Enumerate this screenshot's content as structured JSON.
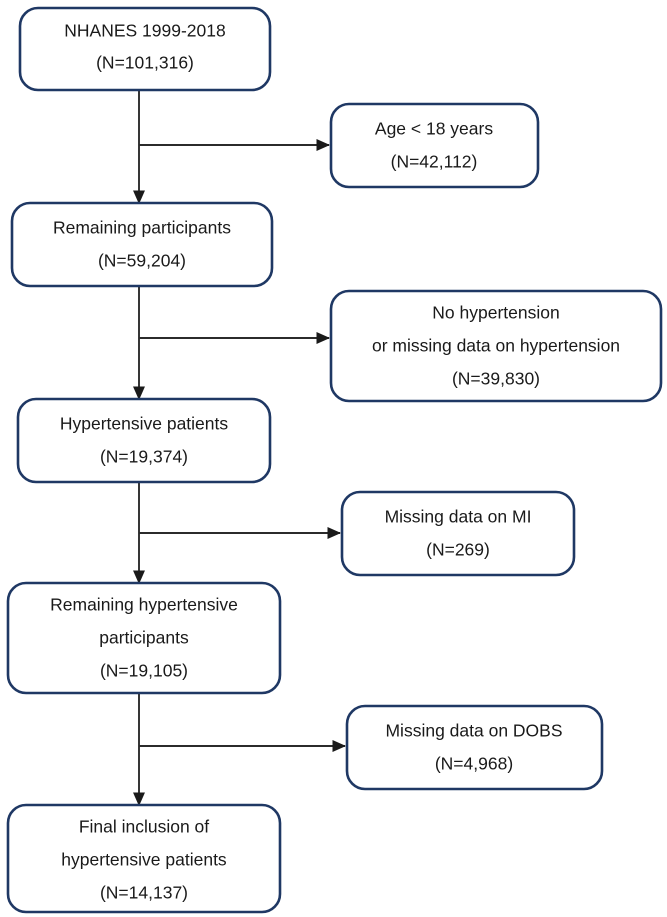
{
  "diagram": {
    "title": "NHANES study participant selection flow diagram",
    "type": "flowchart",
    "colors": {
      "box_border": "#1f3864",
      "box_fill": "#ffffff",
      "text": "#1a1a1a",
      "arrow": "#2b2b2b",
      "background": "#ffffff"
    },
    "main_nodes": [
      {
        "id": "source",
        "lines": [
          "NHANES 1999-2018",
          "(N=101,316)"
        ],
        "line1": "NHANES 1999-2018",
        "line2": "(N=101,316)",
        "line3": "",
        "n": 101316
      },
      {
        "id": "remaining-participants",
        "lines": [
          "Remaining participants",
          "(N=59,204)"
        ],
        "line1": "Remaining participants",
        "line2": "(N=59,204)",
        "line3": "",
        "n": 59204
      },
      {
        "id": "hypertensive-patients",
        "lines": [
          "Hypertensive patients",
          "(N=19,374)"
        ],
        "line1": "Hypertensive patients",
        "line2": "(N=19,374)",
        "line3": "",
        "n": 19374
      },
      {
        "id": "remaining-hypertensive-participants",
        "lines": [
          "Remaining hypertensive",
          "participants",
          "(N=19,105)"
        ],
        "line1": "Remaining hypertensive",
        "line2": "participants",
        "line3": "(N=19,105)",
        "n": 19105
      },
      {
        "id": "final-inclusion",
        "lines": [
          "Final inclusion of",
          "hypertensive patients",
          "(N=14,137)"
        ],
        "line1": "Final inclusion of",
        "line2": "hypertensive patients",
        "line3": "(N=14,137)",
        "n": 14137
      }
    ],
    "exclusion_nodes": [
      {
        "id": "age-under-18",
        "lines": [
          "Age < 18 years",
          "(N=42,112)"
        ],
        "line1": "Age < 18 years",
        "line2": "(N=42,112)",
        "line3": "",
        "n": 42112
      },
      {
        "id": "no-hypertension",
        "lines": [
          "No hypertension",
          "or missing data on hypertension",
          "(N=39,830)"
        ],
        "line1": "No hypertension",
        "line2": "or missing data on hypertension",
        "line3": "(N=39,830)",
        "n": 39830
      },
      {
        "id": "missing-mi",
        "lines": [
          "Missing data on MI",
          "(N=269)"
        ],
        "line1": "Missing data on MI",
        "line2": "(N=269)",
        "line3": "",
        "n": 269
      },
      {
        "id": "missing-dobs",
        "lines": [
          "Missing data on DOBS",
          "(N=4,968)"
        ],
        "line1": "Missing data on DOBS",
        "line2": "(N=4,968)",
        "line3": "",
        "n": 4968
      }
    ]
  }
}
